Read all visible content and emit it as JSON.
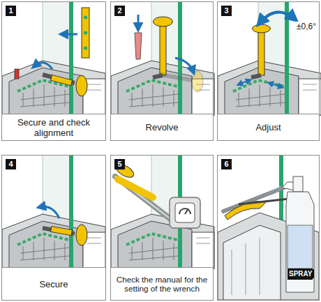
{
  "diagram": {
    "nodes": [
      {
        "text": [
          "1",
          "Secure and check alignment"
        ]
      },
      {
        "text": [
          "2",
          "Revolve"
        ]
      },
      {
        "text": [
          "3",
          "Adjust"
        ]
      },
      {
        "text": [
          "4",
          "Secure"
        ]
      },
      {
        "text": [
          "5",
          "Check the manual for the setting of the wrench"
        ]
      },
      {
        "text": [
          "6"
        ]
      }
    ],
    "labels": [
      "±0,6°",
      "SPRAY"
    ]
  }
}
